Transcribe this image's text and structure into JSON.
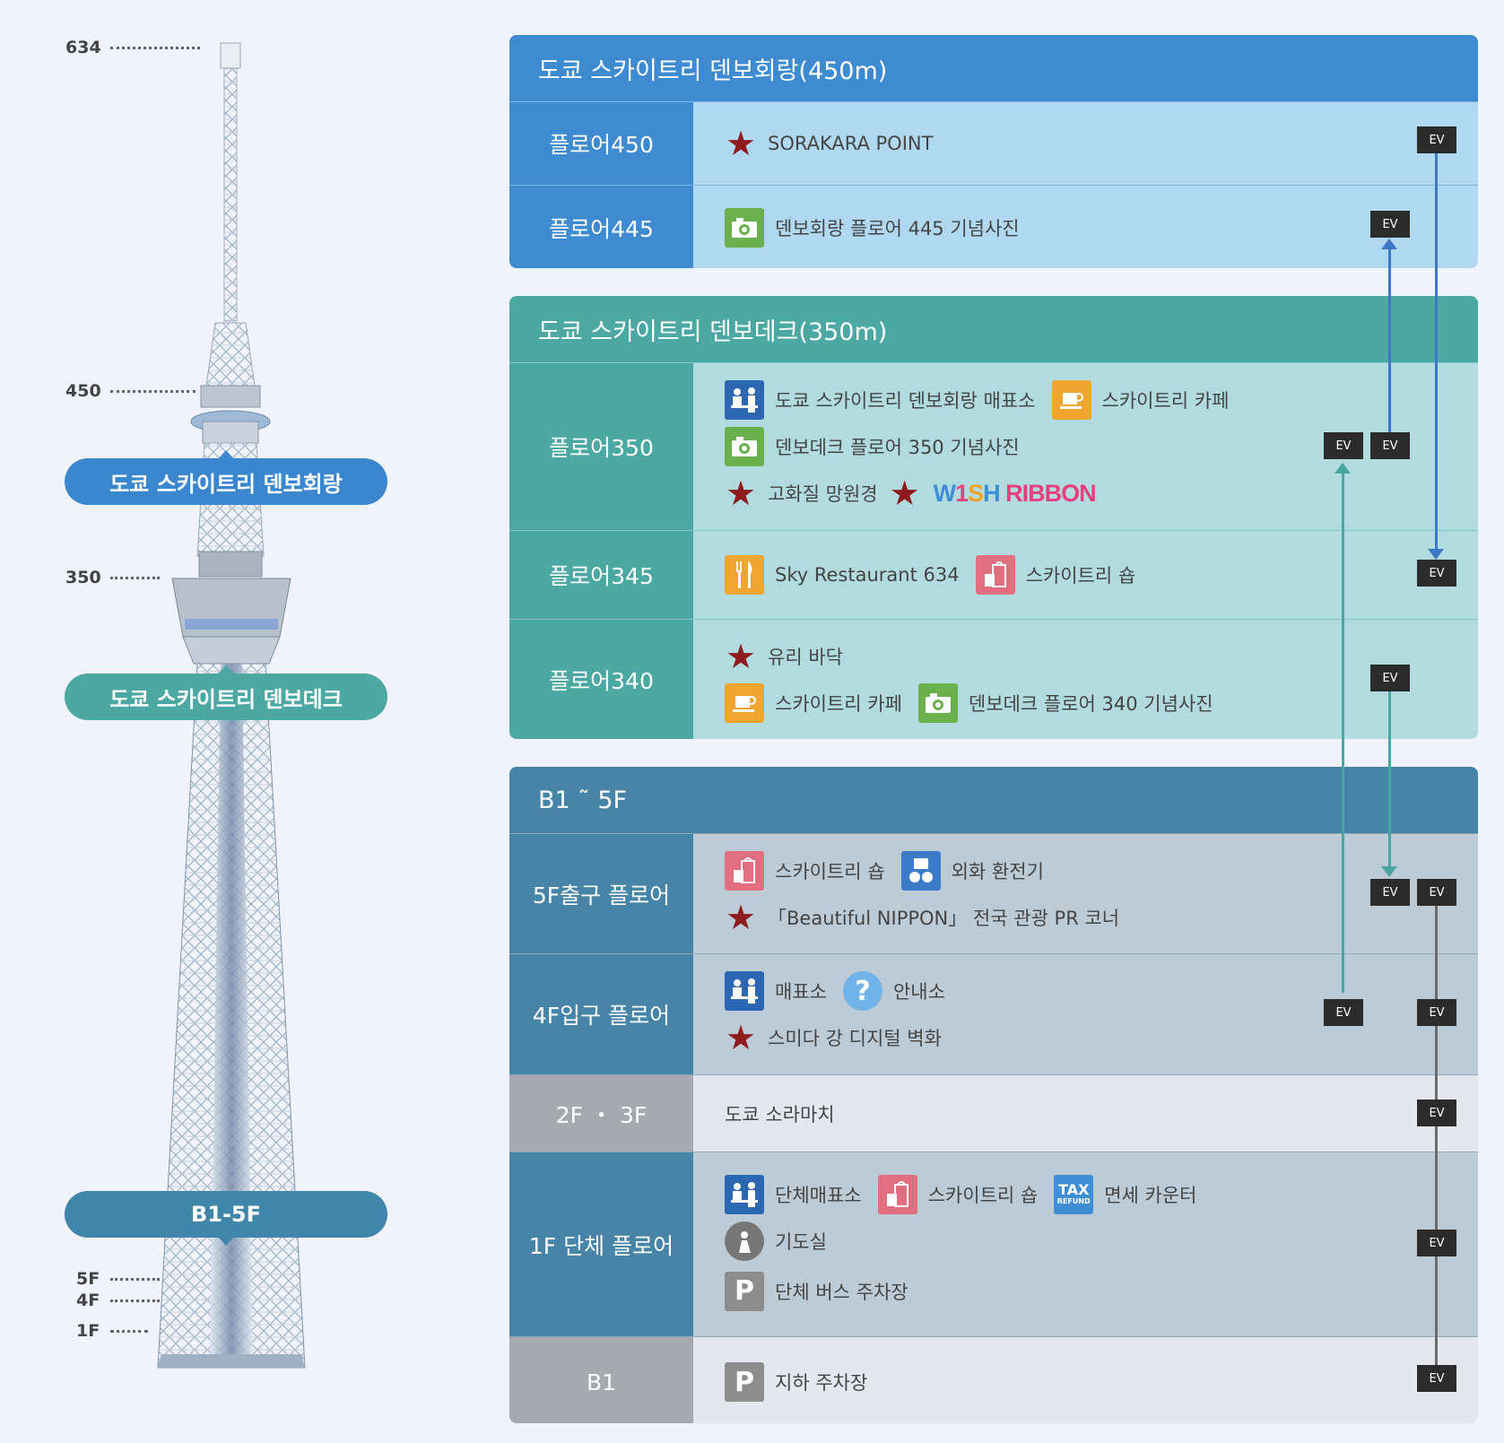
{
  "tower": {
    "altitudes": [
      "634",
      "450",
      "350",
      "5F",
      "4F",
      "1F"
    ],
    "tags": {
      "corridor": "도쿄 스카이트리 덴보회랑",
      "deck": "도쿄 스카이트리 덴보데크",
      "base": "B1-5F"
    }
  },
  "corridor": {
    "title": "도쿄 스카이트리 덴보회랑(450m)",
    "rows": [
      {
        "label": "플로어450",
        "items": [
          "SORAKARA POINT"
        ]
      },
      {
        "label": "플로어445",
        "items": [
          "덴보회랑 플로어 445 기념사진"
        ]
      }
    ]
  },
  "deck": {
    "title": "도쿄 스카이트리 덴보데크(350m)",
    "rows": [
      {
        "label": "플로어350",
        "items": [
          "도쿄 스카이트리 덴보회랑 매표소",
          "스카이트리 카페",
          "덴보데크 플로어 350 기념사진",
          "고화질 망원경",
          "W1SH RIBBON"
        ]
      },
      {
        "label": "플로어345",
        "items": [
          "Sky Restaurant 634",
          "스카이트리 숍"
        ]
      },
      {
        "label": "플로어340",
        "items": [
          "유리 바닥",
          "스카이트리 카페",
          "덴보데크 플로어 340 기념사진"
        ]
      }
    ]
  },
  "base": {
    "title": "B1 ˜ 5F",
    "rows": [
      {
        "label": "5F출구 플로어",
        "items": [
          "스카이트리 숍",
          "외화 환전기",
          "「Beautiful NIPPON」 전국 관광 PR 코너"
        ]
      },
      {
        "label": "4F입구 플로어",
        "items": [
          "매표소",
          "안내소",
          "스미다 강 디지털 벽화"
        ]
      },
      {
        "label": "2F ・ 3F",
        "items": [
          "도쿄 소라마치"
        ]
      },
      {
        "label": "1F 단체 플로어",
        "items": [
          "단체매표소",
          "스카이트리 숍",
          "면세 카운터",
          "기도실",
          "단체 버스 주차장"
        ]
      },
      {
        "label": "B1",
        "items": [
          "지하 주차장"
        ]
      }
    ]
  },
  "ev_label": "EV",
  "icons": {
    "star": "star-icon",
    "camera": "camera-icon",
    "ticket": "ticket-counter-icon",
    "cafe": "cafe-icon",
    "restaurant": "restaurant-icon",
    "shop": "shop-icon",
    "exchange": "currency-exchange-icon",
    "info": "information-icon",
    "prayer": "prayer-room-icon",
    "parking": "parking-icon",
    "tax": "tax-refund-icon"
  },
  "tax_icon_text": "TAX",
  "tax_icon_sub": "REFUND",
  "parking_icon_text": "P",
  "colors": {
    "corridor": "#3f8bd1",
    "deck": "#4ba8a2",
    "base": "#4685a8",
    "star": "#8e1b1e",
    "ev": "#2b2b2b"
  }
}
